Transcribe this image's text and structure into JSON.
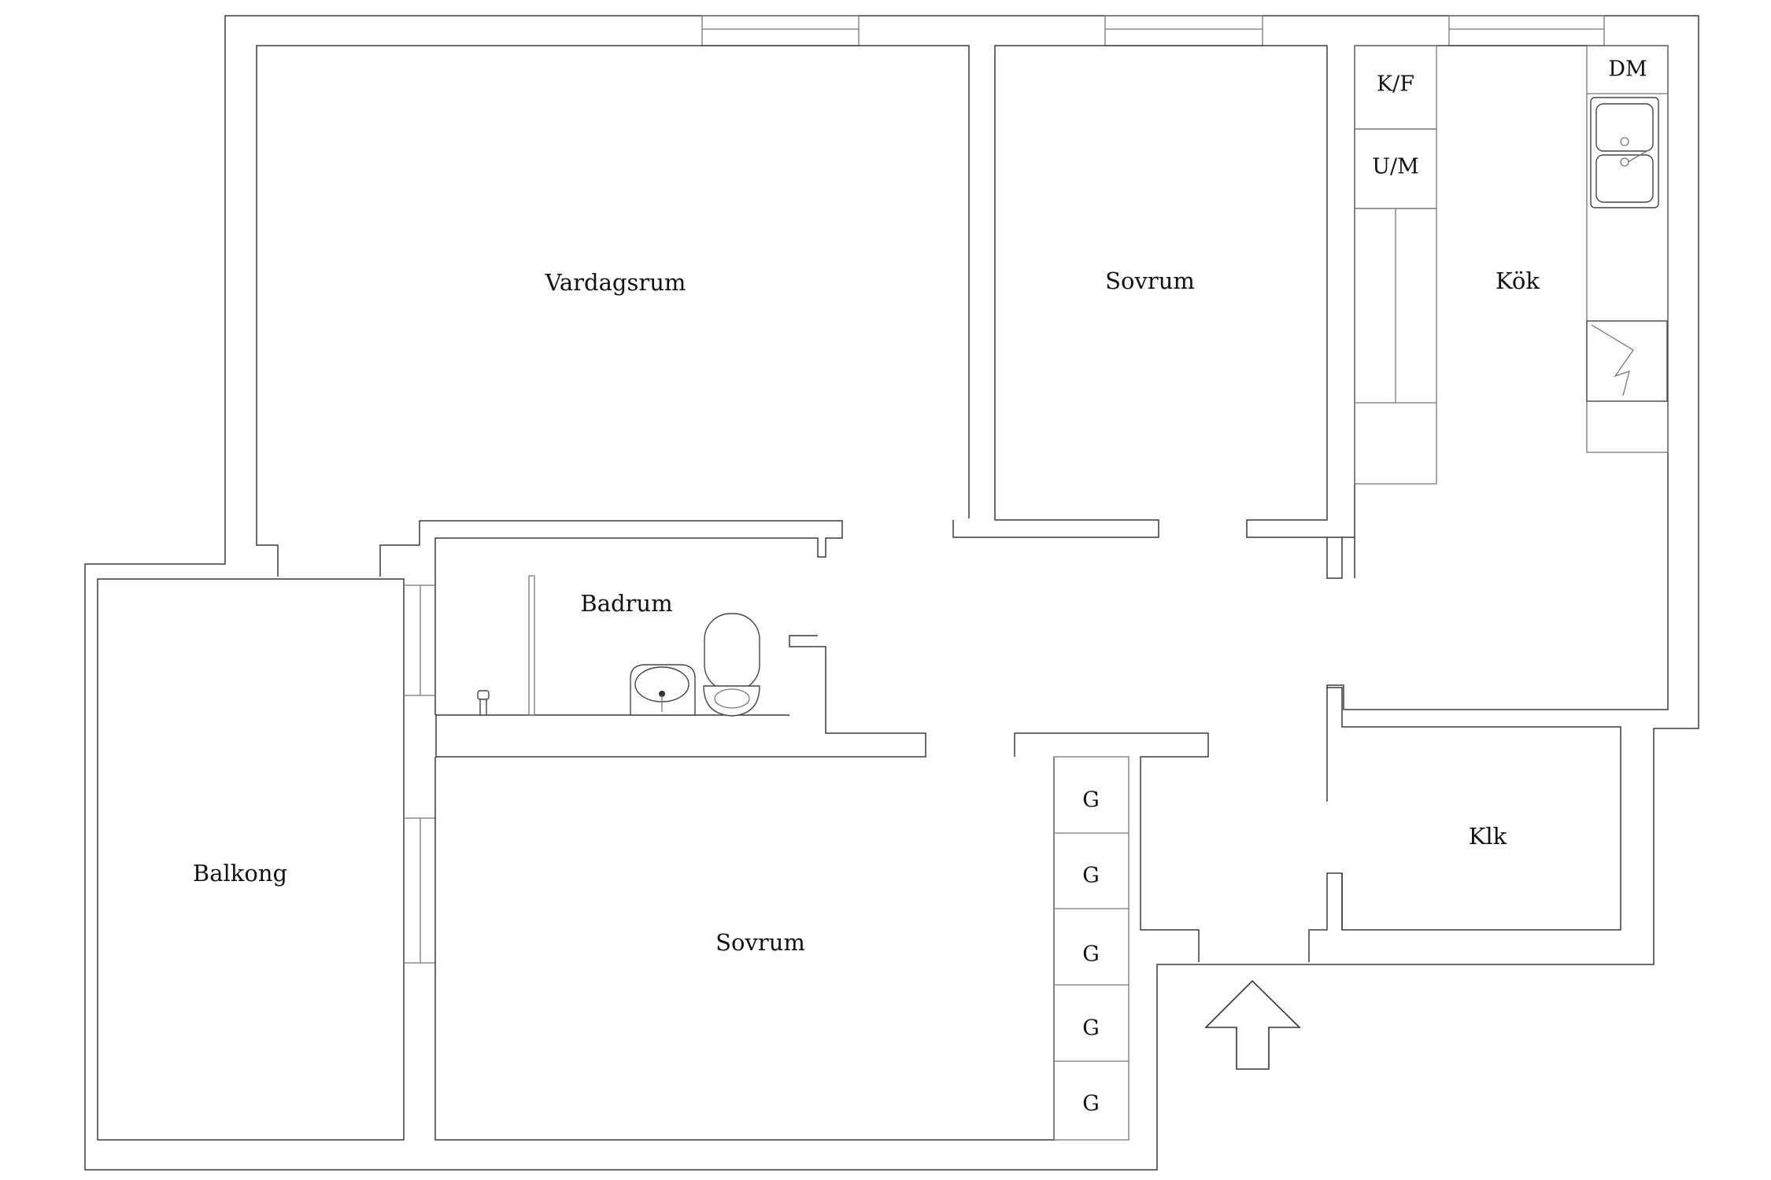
{
  "rooms": {
    "vardagsrum": "Vardagsrum",
    "sovrum_top": "Sovrum",
    "kok": "Kök",
    "badrum": "Badrum",
    "balkong": "Balkong",
    "sovrum_bottom": "Sovrum",
    "klk": "Klk"
  },
  "appliances": {
    "kf": "K/F",
    "um": "U/M",
    "dm": "DM"
  },
  "closets": [
    "G",
    "G",
    "G",
    "G",
    "G"
  ]
}
